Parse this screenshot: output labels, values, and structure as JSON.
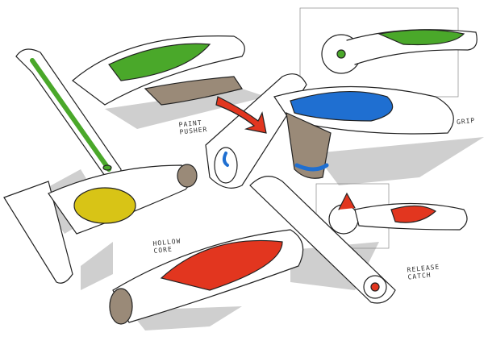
{
  "labels": {
    "paint_pusher": "PAINT PUSHER",
    "grip": "GRIP",
    "hollow_core": "HOLLOW CORE",
    "release_catch": "RELEASE CATCH"
  },
  "colors": {
    "green": "#4aa82a",
    "blue": "#1f6fd1",
    "yellow": "#d8c416",
    "red": "#e2361f",
    "taupe": "#9a8a78",
    "shadow": "#c8c8c8",
    "ink": "#222222"
  }
}
